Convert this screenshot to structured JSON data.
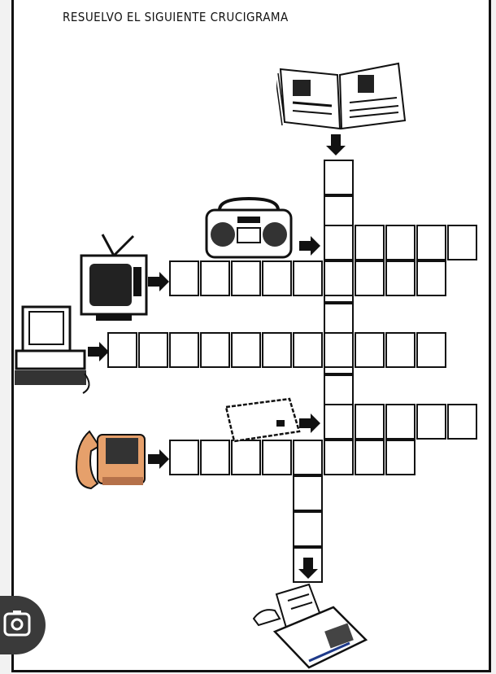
{
  "page": {
    "title": "RESUELVO EL SIGUIENTE CRUCIGRAMA"
  },
  "clues": [
    {
      "icon": "newspaper-icon",
      "direction": "down"
    },
    {
      "icon": "radio-cassette-icon",
      "direction": "across"
    },
    {
      "icon": "television-icon",
      "direction": "across"
    },
    {
      "icon": "computer-icon",
      "direction": "across"
    },
    {
      "icon": "letter-envelope-icon",
      "direction": "across"
    },
    {
      "icon": "telephone-icon",
      "direction": "across"
    },
    {
      "icon": "fax-machine-icon",
      "direction": "down"
    }
  ],
  "colors": {
    "ink": "#111111",
    "paper": "#ffffff",
    "phone": "#e6a06b"
  }
}
